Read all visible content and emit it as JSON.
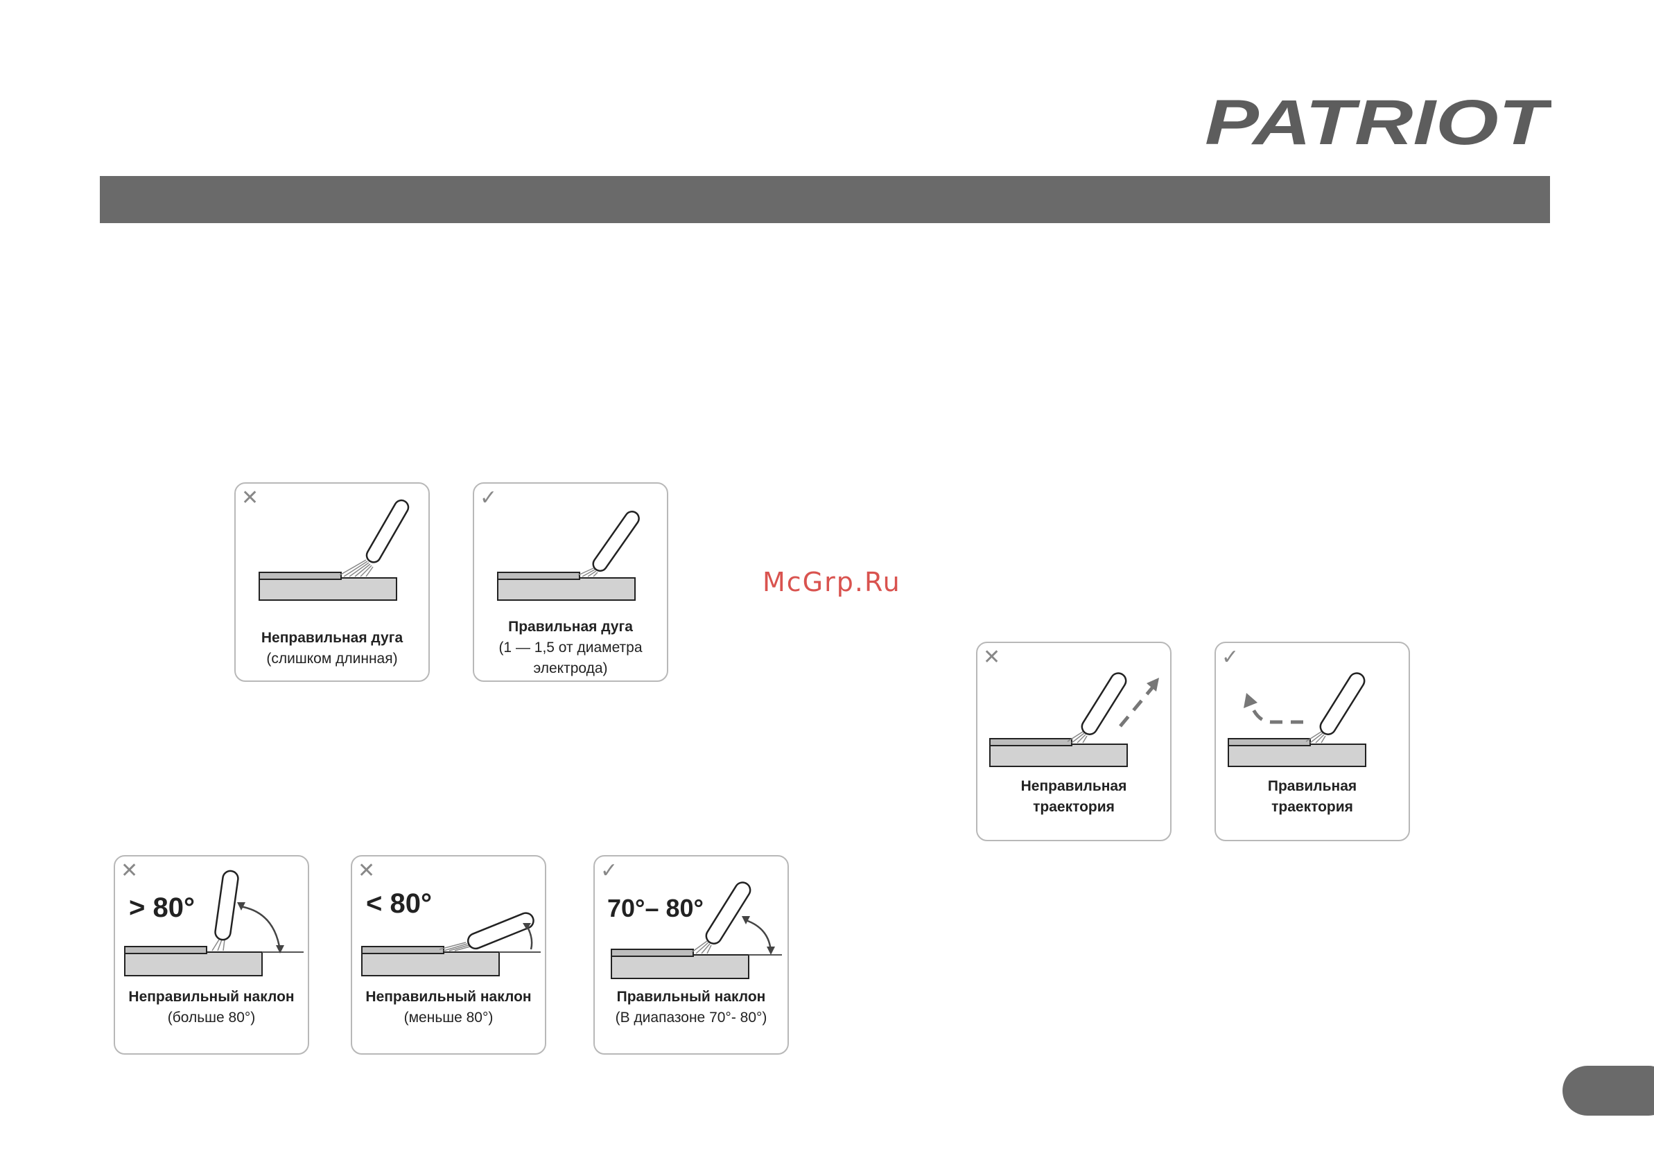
{
  "brand": {
    "logo_text": "PATRIOT"
  },
  "watermark": "McGrp.Ru",
  "marks": {
    "incorrect": "✕",
    "correct": "✓"
  },
  "arc_cards": [
    {
      "caption_main": "Неправильная дуга",
      "caption_sub": "(слишком длинная)",
      "status": "incorrect"
    },
    {
      "caption_main": "Правильная дуга",
      "caption_sub": "(1 — 1,5 от диаметра электрода)",
      "status": "correct"
    }
  ],
  "angle_cards": [
    {
      "angle_label": "> 80°",
      "caption_main": "Неправильный наклон",
      "caption_sub": "(больше 80°)",
      "status": "incorrect"
    },
    {
      "angle_label": "< 80°",
      "caption_main": "Неправильный наклон",
      "caption_sub": "(меньше 80°)",
      "status": "incorrect"
    },
    {
      "angle_label": "70°– 80°",
      "caption_main": "Правильный наклон",
      "caption_sub": "(В диапазоне 70°- 80°)",
      "status": "correct"
    }
  ],
  "trajectory_cards": [
    {
      "caption_main": "Неправильная",
      "caption_sub": "траектория",
      "status": "incorrect"
    },
    {
      "caption_main": "Правильная",
      "caption_sub": "траектория",
      "status": "correct"
    }
  ]
}
